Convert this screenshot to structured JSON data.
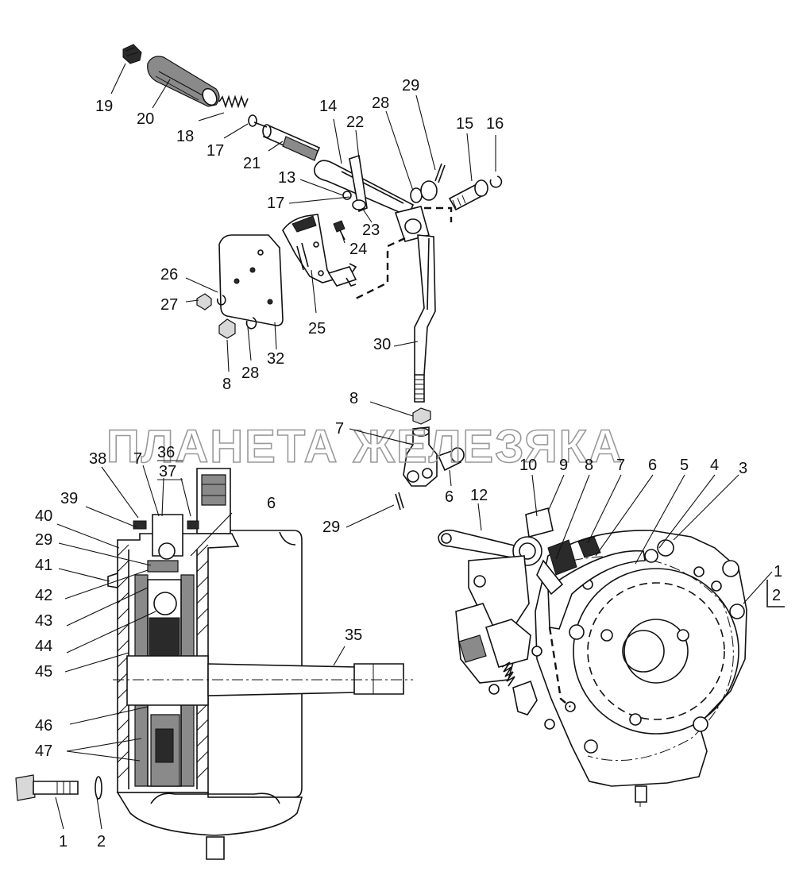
{
  "watermark": "ПЛАНЕТА ЖЕЛЕЗЯКА",
  "labels": {
    "l19": "19",
    "l20": "20",
    "l18": "18",
    "l17a": "17",
    "l21": "21",
    "l14": "14",
    "l22": "22",
    "l28a": "28",
    "l29a": "29",
    "l15": "15",
    "l16": "16",
    "l13": "13",
    "l17b": "17",
    "l23": "23",
    "l24": "24",
    "l26": "26",
    "l27": "27",
    "l25": "25",
    "l32": "32",
    "l8a": "8",
    "l28b": "28",
    "l30": "30",
    "l8b": "8",
    "l7a": "7",
    "l6a": "6",
    "l29b": "29",
    "l38": "38",
    "l7b": "7",
    "l36": "36",
    "l37": "37",
    "l6b": "6",
    "l39": "39",
    "l40": "40",
    "l29c": "29",
    "l41": "41",
    "l42": "42",
    "l43": "43",
    "l44": "44",
    "l45": "45",
    "l35": "35",
    "l46": "46",
    "l47": "47",
    "l1a": "1",
    "l2a": "2",
    "l10": "10",
    "l9": "9",
    "l8c": "8",
    "l7c": "7",
    "l6c": "6",
    "l5": "5",
    "l4": "4",
    "l3": "3",
    "l12": "12",
    "l1b": "1",
    "l2b": "2"
  }
}
